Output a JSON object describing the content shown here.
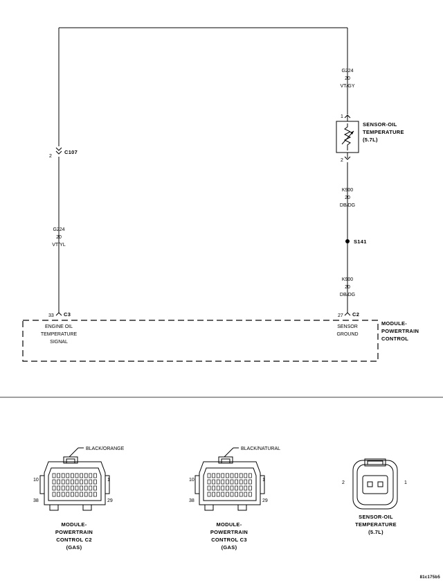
{
  "wires": {
    "g224_right": [
      "G224",
      "20",
      "VT/GY"
    ],
    "g224_left": [
      "G224",
      "20",
      "VT/YL"
    ],
    "k900_upper": [
      "K900",
      "20",
      "DB/DG"
    ],
    "k900_lower": [
      "K900",
      "20",
      "DB/DG"
    ]
  },
  "connectors": {
    "c107": {
      "name": "C107",
      "pin": "2"
    },
    "c3": {
      "name": "C3",
      "pin": "33"
    },
    "c2": {
      "name": "C2",
      "pin": "27"
    },
    "s141": "S141"
  },
  "sensor": {
    "label": [
      "SENSOR-OIL",
      "TEMPERATURE",
      "(5.7L)"
    ],
    "pin_top": "1",
    "pin_bottom": "2"
  },
  "pcm": {
    "label": [
      "MODULE-",
      "POWERTRAIN",
      "CONTROL"
    ],
    "left_circuit": [
      "ENGINE OIL",
      "TEMPERATURE",
      "SIGNAL"
    ],
    "right_circuit": [
      "SENSOR",
      "GROUND"
    ]
  },
  "views": {
    "c2": {
      "color": "BLACK/ORANGE",
      "pins": {
        "tl": "10",
        "tr": "1",
        "bl": "38",
        "br": "29"
      },
      "caption": [
        "MODULE-",
        "POWERTRAIN",
        "CONTROL C2",
        "(GAS)"
      ]
    },
    "c3": {
      "color": "BLACK/NATURAL",
      "pins": {
        "tl": "10",
        "tr": "1",
        "bl": "38",
        "br": "29"
      },
      "caption": [
        "MODULE-",
        "POWERTRAIN",
        "CONTROL C3",
        "(GAS)"
      ]
    },
    "sensor": {
      "pins": {
        "left": "2",
        "right": "1"
      },
      "caption": [
        "SENSOR-OIL",
        "TEMPERATURE",
        "(5.7L)"
      ]
    }
  },
  "figure_id": "81c175b5"
}
